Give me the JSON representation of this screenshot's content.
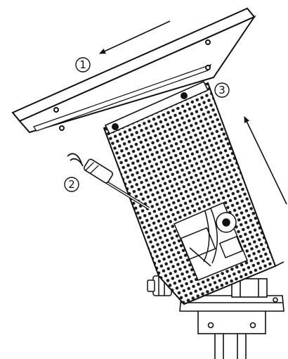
{
  "callouts": [
    {
      "id": "1",
      "label": "1"
    },
    {
      "id": "2",
      "label": "2"
    },
    {
      "id": "3",
      "label": "3"
    }
  ],
  "colors": {
    "ink": "#111111",
    "paper": "#ffffff",
    "hole": "#1a1a1a"
  }
}
